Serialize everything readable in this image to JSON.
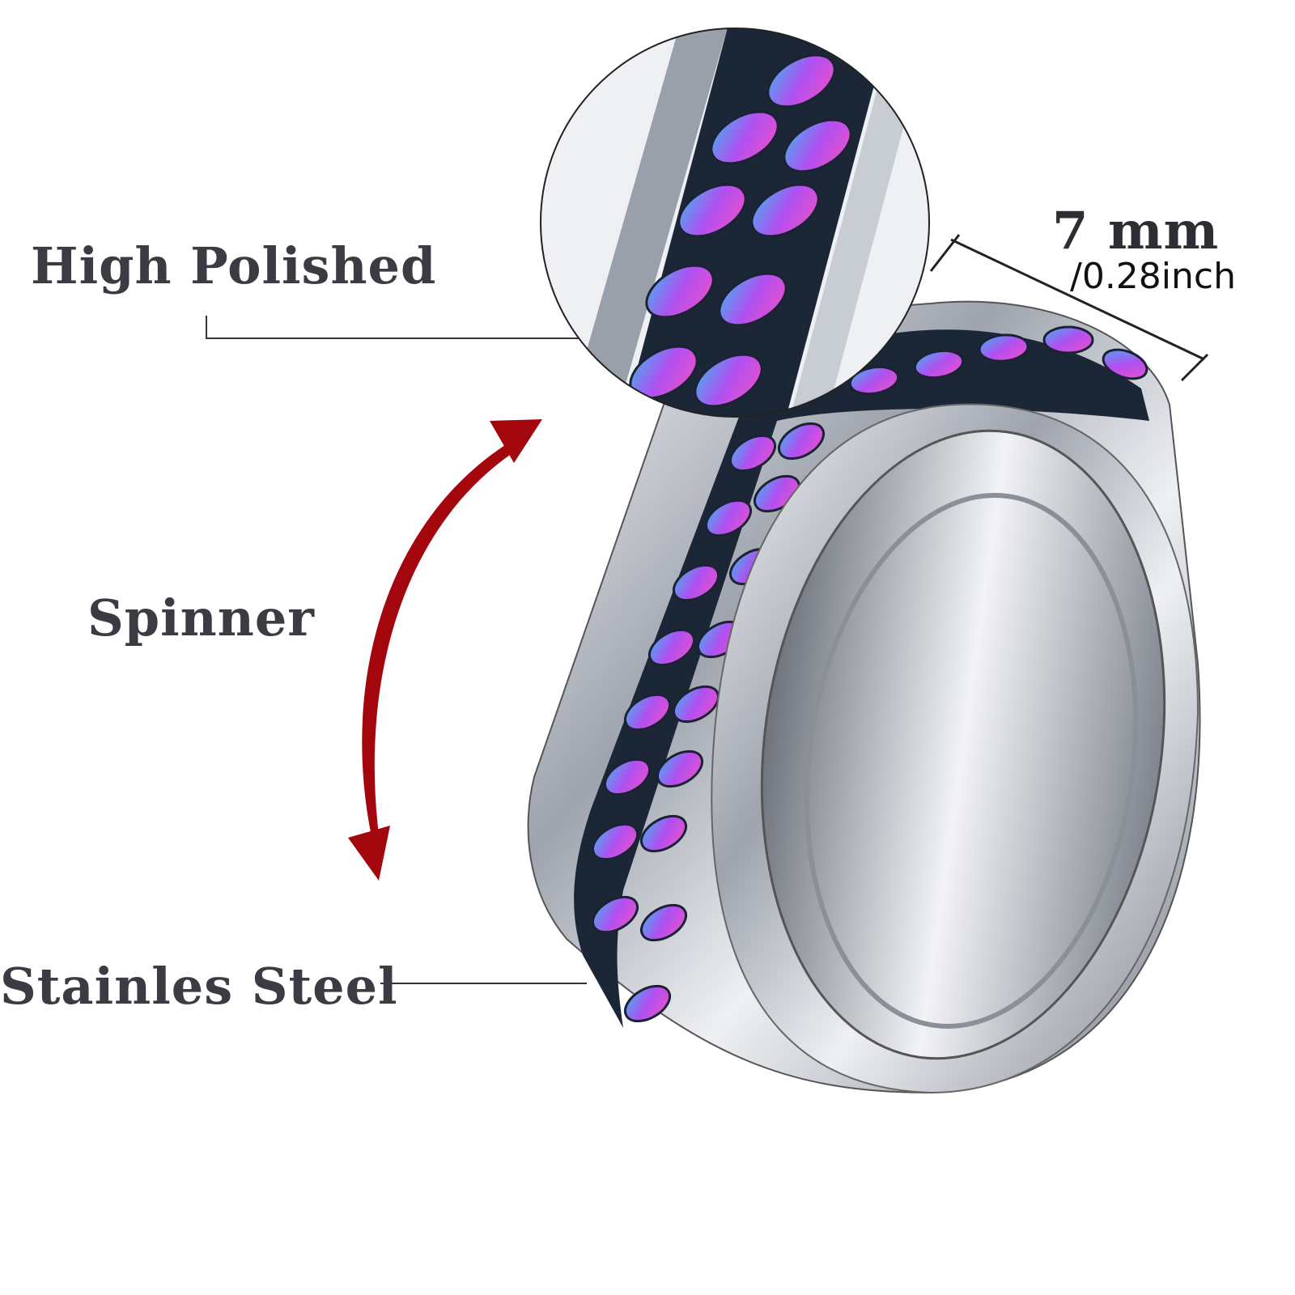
{
  "labels": {
    "high_polished": "High Polished",
    "spinner": "Spinner",
    "stainless_steel": "Stainles Steel",
    "width_mm": "7 mm",
    "width_inch": "/0.28inch"
  },
  "colors": {
    "label_text": "#3b3b44",
    "arrow": "#a3060d",
    "steel": "#c9ccd3",
    "chain_pink": "#e04ee0",
    "chain_blue": "#3fb4f0"
  },
  "icons": [
    "spin-arrow-icon",
    "magnifier-circle-icon"
  ]
}
